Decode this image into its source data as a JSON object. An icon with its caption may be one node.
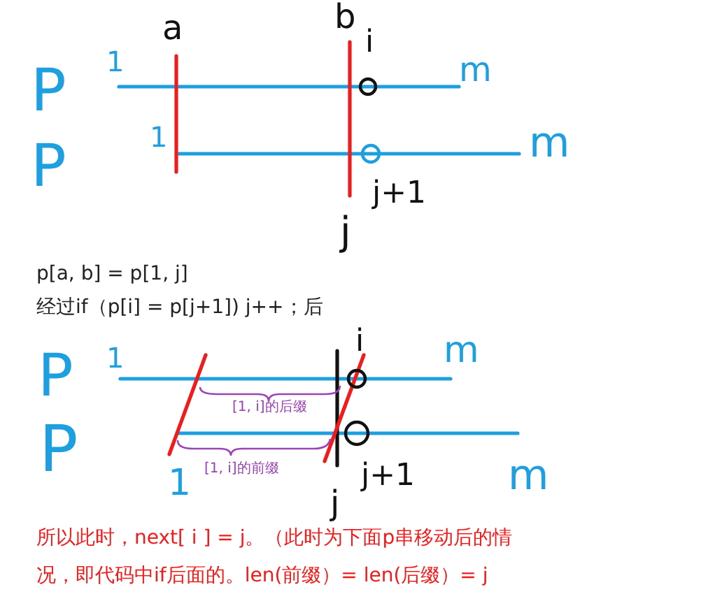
{
  "diagram": {
    "labels": [
      "a",
      "b",
      "i",
      "P",
      "1",
      "m",
      "1",
      "P",
      "m",
      "j+1",
      "j",
      "p[a, b] = p[1, j]",
      "经过if（p[i] = p[j+1]) j++；后",
      "i",
      "P",
      "1",
      "m",
      "[1, i]的后缀",
      "P",
      "[1, i]的前缀",
      "j+1",
      "m",
      "1",
      "j",
      "所以此时，next[ i ] = j。（此时为下面p串移动后的情况，即代码中if后面的。len(前缀）= len(后缀）= j"
    ]
  }
}
